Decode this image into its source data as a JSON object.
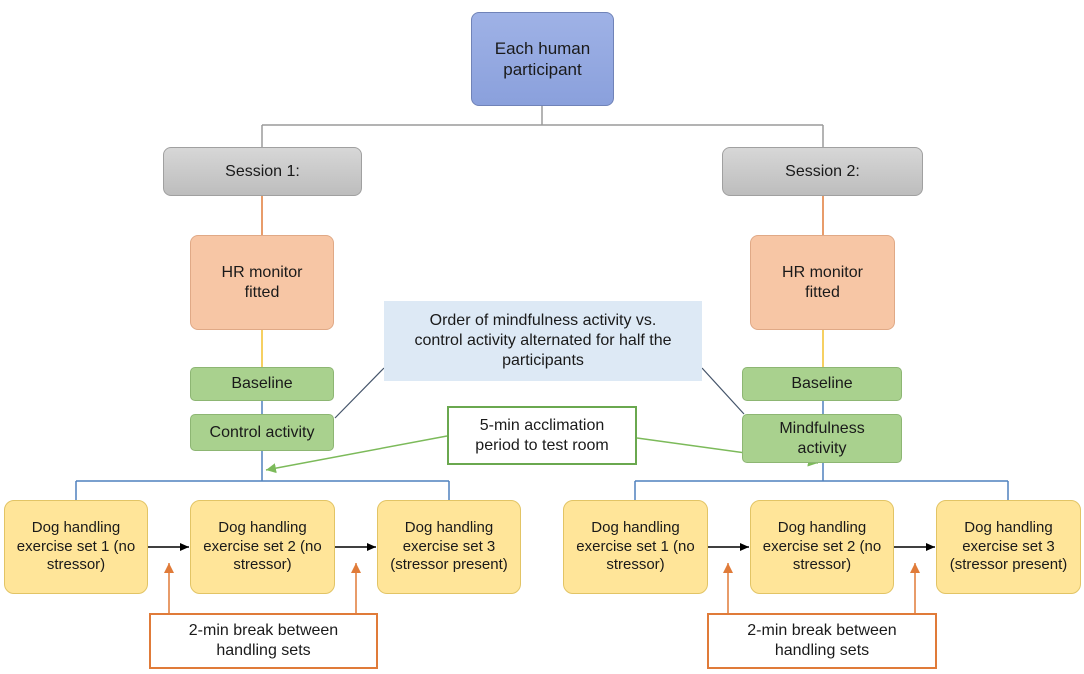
{
  "root": {
    "line1": "Each human",
    "line2": "participant"
  },
  "sessions": [
    {
      "title": "Session 1:",
      "hr_line1": "HR monitor",
      "hr_line2": "fitted",
      "baseline": "Baseline",
      "activity_line1": "Control activity",
      "activity_line2": "",
      "sets": [
        {
          "line1": "Dog handling",
          "line2": "exercise set 1 (no",
          "line3": "stressor)"
        },
        {
          "line1": "Dog handling",
          "line2": "exercise set 2 (no",
          "line3": "stressor)"
        },
        {
          "line1": "Dog handling",
          "line2": "exercise set 3",
          "line3": "(stressor present)"
        }
      ],
      "break_line1": "2-min break between",
      "break_line2": "handling sets"
    },
    {
      "title": "Session 2:",
      "hr_line1": "HR monitor",
      "hr_line2": "fitted",
      "baseline": "Baseline",
      "activity_line1": "Mindfulness",
      "activity_line2": "activity",
      "sets": [
        {
          "line1": "Dog handling",
          "line2": "exercise set 1 (no",
          "line3": "stressor)"
        },
        {
          "line1": "Dog handling",
          "line2": "exercise set 2 (no",
          "line3": "stressor)"
        },
        {
          "line1": "Dog handling",
          "line2": "exercise set 3",
          "line3": "(stressor present)"
        }
      ],
      "break_line1": "2-min break between",
      "break_line2": "handling sets"
    }
  ],
  "order_note": {
    "line1": "Order of mindfulness activity vs.",
    "line2": "control activity alternated for half the",
    "line3": "participants"
  },
  "acclimation": {
    "line1": "5-min acclimation",
    "line2": "period to test room"
  },
  "colors": {
    "gray_connector": "#9a9a9a",
    "orange_connector": "#e07b39",
    "yellow_connector": "#f2c12e",
    "blue_connector": "#4f81bd",
    "green_arrow": "#7cba5a",
    "slate_line": "#44546a",
    "black_arrow": "#000000"
  }
}
